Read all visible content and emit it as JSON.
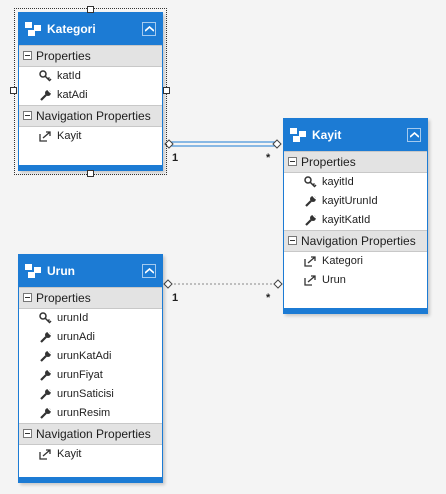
{
  "entities": {
    "kategori": {
      "title": "Kategori",
      "properties_label": "Properties",
      "properties": [
        "katId",
        "katAdi"
      ],
      "nav_label": "Navigation Properties",
      "nav": [
        "Kayit"
      ]
    },
    "kayit": {
      "title": "Kayit",
      "properties_label": "Properties",
      "properties": [
        "kayitId",
        "kayitUrunId",
        "kayitKatId"
      ],
      "nav_label": "Navigation Properties",
      "nav": [
        "Kategori",
        "Urun"
      ]
    },
    "urun": {
      "title": "Urun",
      "properties_label": "Properties",
      "properties": [
        "urunId",
        "urunAdi",
        "urunKatAdi",
        "urunFiyat",
        "urunSaticisi",
        "urunResim"
      ],
      "nav_label": "Navigation Properties",
      "nav": [
        "Kayit"
      ]
    }
  },
  "associations": {
    "kategori_kayit": {
      "from_mult": "1",
      "to_mult": "*"
    },
    "urun_kayit": {
      "from_mult": "1",
      "to_mult": "*"
    }
  },
  "colors": {
    "header": "#1c7bd4",
    "section": "#e3e3e3",
    "canvas": "#f4f4f4"
  },
  "icons": {
    "entity": "entity-icon",
    "key_property": "key-icon",
    "property": "wrench-icon",
    "navigation": "navigation-icon",
    "collapse": "chevron-up-icon"
  }
}
